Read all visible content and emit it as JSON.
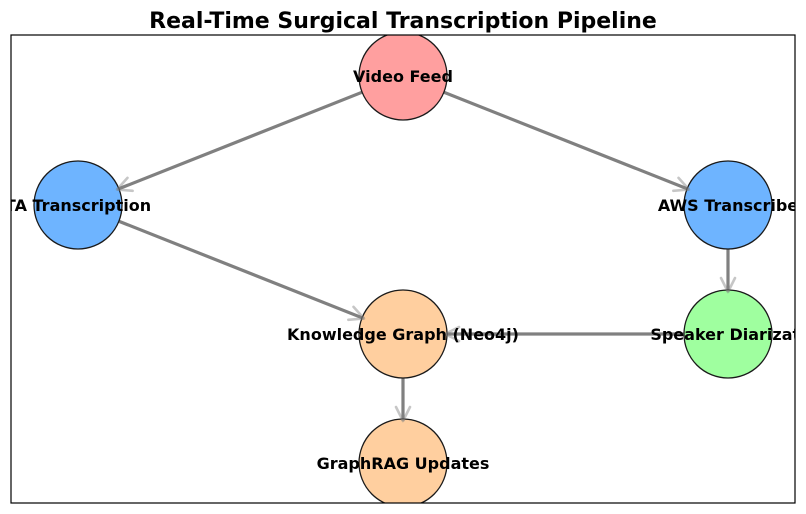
{
  "title": "Real-Time Surgical Transcription Pipeline",
  "colors": {
    "edge": "#808080",
    "frame": "#000000",
    "node_stroke": "#1a1a1a"
  },
  "nodes": [
    {
      "id": "video-feed",
      "label": "Video Feed",
      "color": "#ff9f9f"
    },
    {
      "id": "ta-transcription",
      "label": "TA Transcription",
      "color": "#6eb4ff"
    },
    {
      "id": "aws-transcribe",
      "label": "AWS Transcribe",
      "color": "#6eb4ff"
    },
    {
      "id": "knowledge-graph",
      "label": "Knowledge Graph (Neo4j)",
      "color": "#ffcf9f"
    },
    {
      "id": "speaker-diarization",
      "label": "Speaker Diarizati",
      "color": "#9fff9f"
    },
    {
      "id": "graphrag-updates",
      "label": "GraphRAG Updates",
      "color": "#ffcf9f"
    }
  ],
  "edges": [
    {
      "from": "video-feed",
      "to": "ta-transcription"
    },
    {
      "from": "video-feed",
      "to": "aws-transcribe"
    },
    {
      "from": "ta-transcription",
      "to": "knowledge-graph"
    },
    {
      "from": "aws-transcribe",
      "to": "speaker-diarization"
    },
    {
      "from": "speaker-diarization",
      "to": "knowledge-graph"
    },
    {
      "from": "knowledge-graph",
      "to": "graphrag-updates"
    }
  ]
}
